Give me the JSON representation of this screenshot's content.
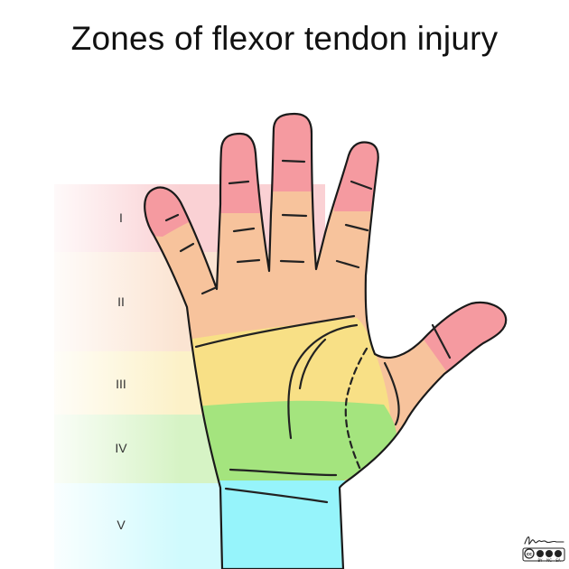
{
  "title": "Zones of flexor tendon injury",
  "zones": [
    {
      "label": "I",
      "color": "#f59aa0"
    },
    {
      "label": "II",
      "color": "#f7c39c"
    },
    {
      "label": "III",
      "color": "#f8e086"
    },
    {
      "label": "IV",
      "color": "#a4e47e"
    },
    {
      "label": "V",
      "color": "#96f4fb"
    }
  ],
  "colors": {
    "outline": "#1a1a1a",
    "crease": "#222222",
    "text": "#111111"
  },
  "credit": {
    "signature": "Lucien Monfils",
    "license": "CC BY NC SA",
    "license_parts": [
      "BY",
      "NC",
      "SA"
    ]
  }
}
